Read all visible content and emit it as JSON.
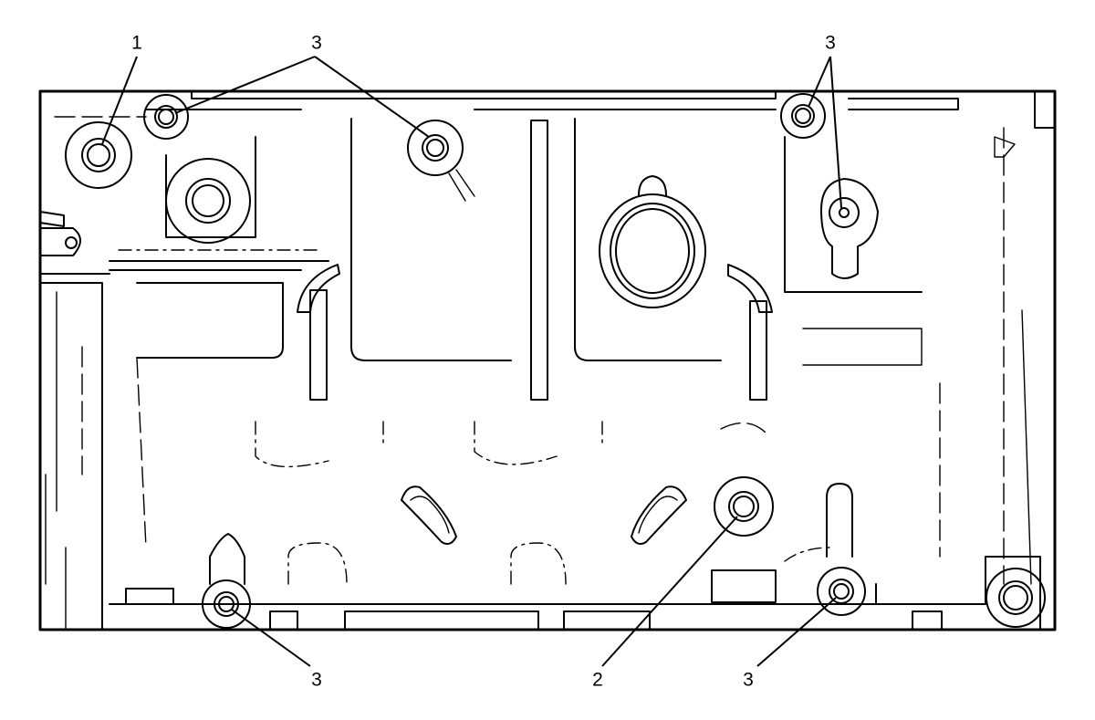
{
  "callouts": [
    {
      "id": "c1",
      "label": "1"
    },
    {
      "id": "c2",
      "label": "3"
    },
    {
      "id": "c3",
      "label": "3"
    },
    {
      "id": "c4",
      "label": "3"
    },
    {
      "id": "c5",
      "label": "2"
    },
    {
      "id": "c6",
      "label": "3"
    }
  ],
  "colors": {
    "stroke": "#000000",
    "background": "#ffffff"
  }
}
